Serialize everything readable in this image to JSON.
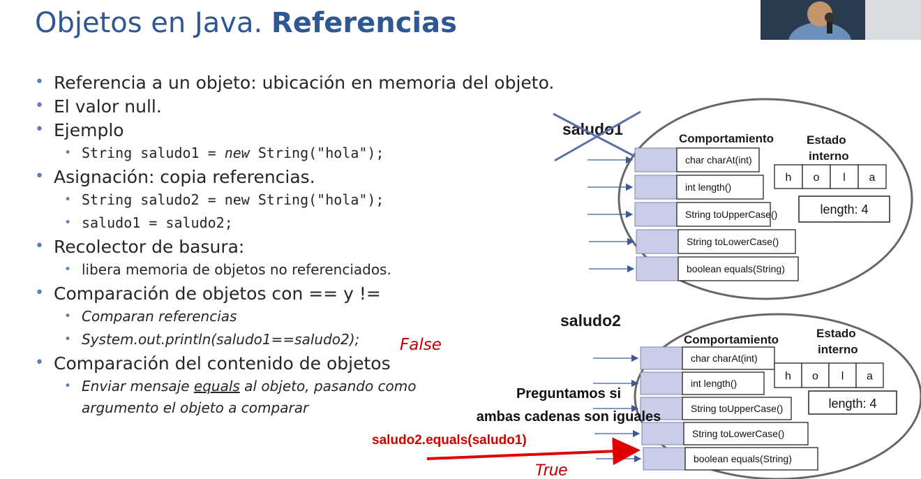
{
  "title": {
    "normal": "Objetos en Java. ",
    "bold": "Referencias"
  },
  "bullets": {
    "b1": "Referencia a un objeto: ubicación en memoria del objeto.",
    "b2": "El valor null.",
    "b3": "Ejemplo",
    "b3_1": "String saludo1 = ",
    "b3_1_new": "new",
    "b3_1_end": " String(\"hola\");",
    "b4": "Asignación: copia referencias.",
    "b4_1": "String saludo2 = new String(\"hola\");",
    "b4_2": "saludo1 = saludo2;",
    "b5": "Recolector de basura:",
    "b5_1": "libera memoria de objetos no referenciados.",
    "b6": "Comparación de objetos con == y !=",
    "b6_1": "Comparan referencias",
    "b6_2": "System.out.println(saludo1==saludo2);",
    "b7": "Comparación del contenido de objetos",
    "b7_1a": "Enviar mensaje ",
    "b7_1u": "equals",
    "b7_1b": " al objeto, pasando como",
    "b7_1c": "argumento el objeto a comparar"
  },
  "false_note": "False",
  "diagram": {
    "obj1": {
      "name": "saludo1",
      "comportamiento": "Comportamiento",
      "estado1": "Estado",
      "estado2": "interno",
      "methods": [
        "char charAt(int)",
        "int length()",
        "String toUpperCase()",
        "String toLowerCase()",
        "boolean equals(String)"
      ],
      "chars": [
        "h",
        "o",
        "l",
        "a"
      ],
      "length": "length: 4"
    },
    "obj2": {
      "name": "saludo2",
      "comportamiento": "Comportamiento",
      "estado1": "Estado",
      "estado2": "interno",
      "methods": [
        "char charAt(int)",
        "int length()",
        "String toUpperCase()",
        "String toLowerCase()",
        "boolean equals(String)"
      ],
      "chars": [
        "h",
        "o",
        "l",
        "a"
      ],
      "length": "length: 4"
    },
    "ask1": "Preguntamos si",
    "ask2": "ambas cadenas son iguales",
    "call": "saludo2.equals(saludo1)",
    "true_note": "True"
  },
  "colors": {
    "title": "#2e5894",
    "bullet": "#5b7fb5",
    "red": "#d00000",
    "cross": "#5a6fa8",
    "port": "#c9cde8"
  },
  "icons": {
    "webcam": "webcam-video-feed"
  }
}
